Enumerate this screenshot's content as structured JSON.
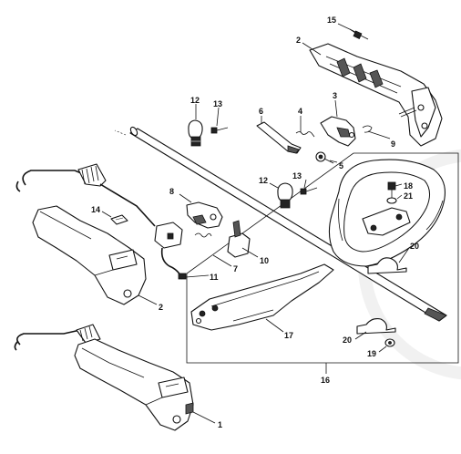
{
  "diagram": {
    "callouts": [
      {
        "id": "c15",
        "text": "15"
      },
      {
        "id": "c2a",
        "text": "2"
      },
      {
        "id": "c12a",
        "text": "12"
      },
      {
        "id": "c13a",
        "text": "13"
      },
      {
        "id": "c6",
        "text": "6"
      },
      {
        "id": "c4",
        "text": "4"
      },
      {
        "id": "c3",
        "text": "3"
      },
      {
        "id": "c9",
        "text": "9"
      },
      {
        "id": "c5",
        "text": "5"
      },
      {
        "id": "c12b",
        "text": "12"
      },
      {
        "id": "c13b",
        "text": "13"
      },
      {
        "id": "c8",
        "text": "8"
      },
      {
        "id": "c14",
        "text": "14"
      },
      {
        "id": "c18",
        "text": "18"
      },
      {
        "id": "c21",
        "text": "21"
      },
      {
        "id": "c20a",
        "text": "20"
      },
      {
        "id": "c10",
        "text": "10"
      },
      {
        "id": "c7",
        "text": "7"
      },
      {
        "id": "c11",
        "text": "11"
      },
      {
        "id": "c2b",
        "text": "2"
      },
      {
        "id": "c17",
        "text": "17"
      },
      {
        "id": "c20b",
        "text": "20"
      },
      {
        "id": "c19",
        "text": "19"
      },
      {
        "id": "c16",
        "text": "16"
      },
      {
        "id": "c1",
        "text": "1"
      }
    ]
  }
}
